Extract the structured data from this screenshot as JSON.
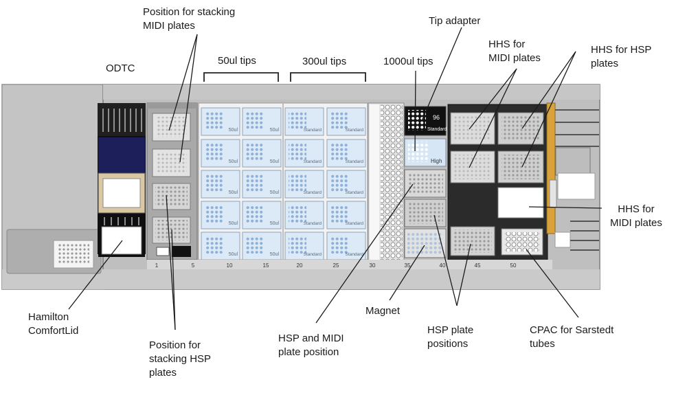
{
  "labels": {
    "odtc": "ODTC",
    "stacking_midi": "Position for stacking\nMIDI plates",
    "tips50": "50ul tips",
    "tips300": "300ul tips",
    "tips1000": "1000ul tips",
    "tip_adapter": "Tip adapter",
    "hhs_midi_top": "HHS for\nMIDI plates",
    "hhs_hsp": "HHS for HSP\nplates",
    "hhs_midi_right": "HHS for\nMIDI plates",
    "hamilton": "Hamilton\nComfortLid",
    "stacking_hsp": "Position for\nstacking HSP\nplates",
    "hsp_midi": "HSP and MIDI\nplate position",
    "magnet": "Magnet",
    "hsp_positions": "HSP plate\npositions",
    "cpac": "CPAC for Sarstedt\ntubes"
  },
  "deck": {
    "tip_text_50": "50ul",
    "tip_text_std": "Standard",
    "adapter_96": "96",
    "adapter_std": "Standard",
    "adapter_high": "High",
    "ruler": [
      "1",
      "5",
      "10",
      "15",
      "20",
      "25",
      "30",
      "35",
      "40",
      "45",
      "50"
    ]
  }
}
